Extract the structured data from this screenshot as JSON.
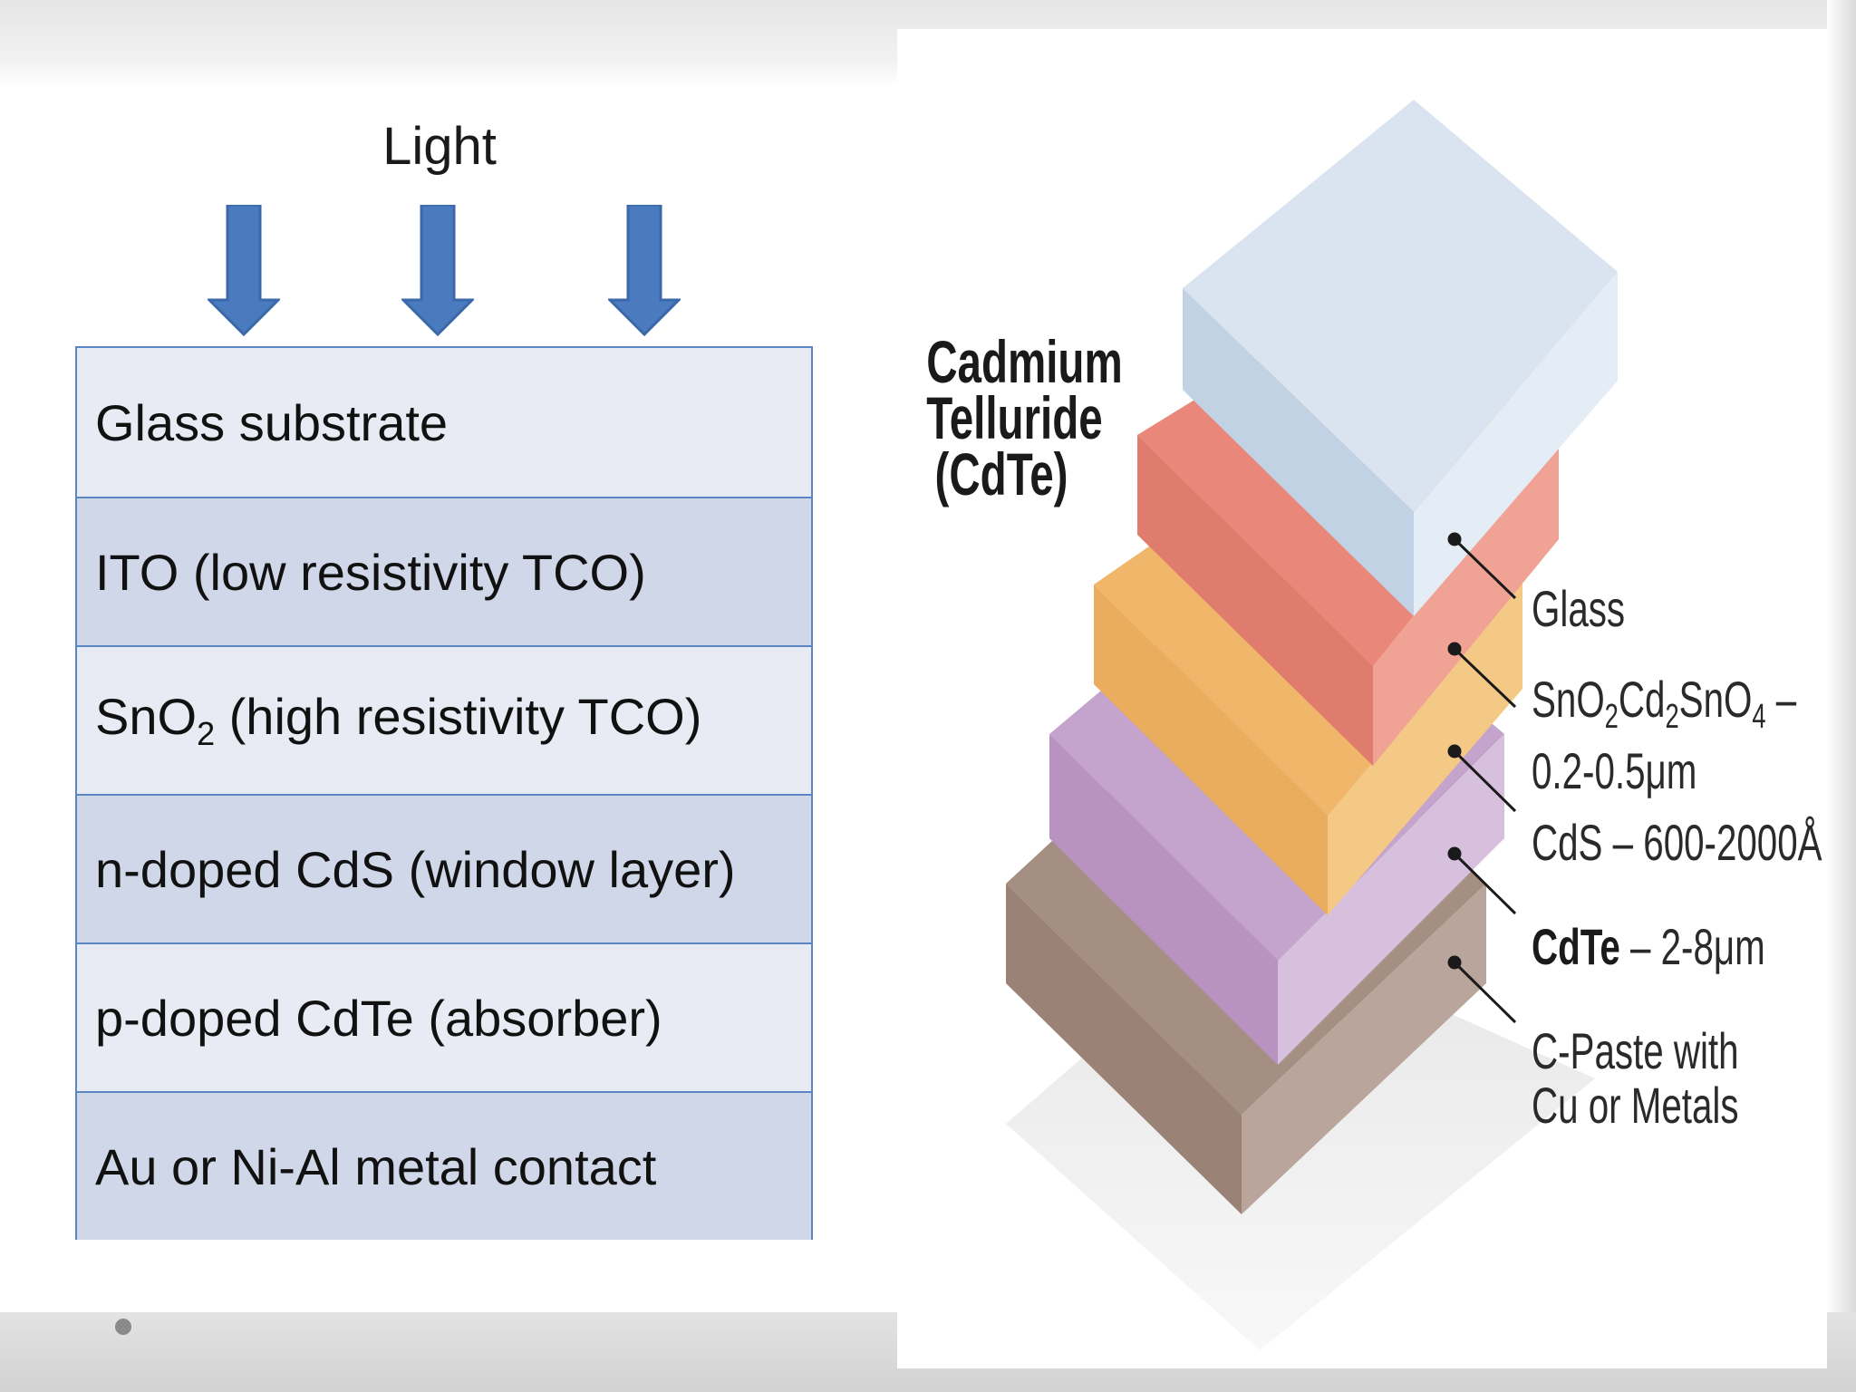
{
  "left_panel": {
    "light_label": "Light",
    "layers": [
      {
        "label": "Glass substrate"
      },
      {
        "label": "ITO (low resistivity TCO)"
      },
      {
        "label_pre": "SnO",
        "label_sub": "2",
        "label_post": " (high resistivity TCO)"
      },
      {
        "label": "n-doped CdS (window layer)"
      },
      {
        "label": "p-doped CdTe (absorber)"
      },
      {
        "label": "Au or Ni-Al metal contact"
      }
    ]
  },
  "right_panel": {
    "title_lines": [
      "Cadmium",
      "Telluride",
      "(CdTe)"
    ],
    "callouts": {
      "glass": "Glass",
      "tco_line1_pre": "SnO",
      "tco_line1_sub1": "2",
      "tco_line1_mid": "Cd",
      "tco_line1_sub2": "2",
      "tco_line1_mid2": "SnO",
      "tco_line1_sub3": "4",
      "tco_line1_post": " –",
      "tco_line2": "0.2-0.5μm",
      "cds": "CdS – 600-2000Å",
      "cdte_bold": "CdTe",
      "cdte_rest": " – 2-8μm",
      "paste_line1": "C-Paste with",
      "paste_line2": "Cu or Metals"
    },
    "layer_colors": {
      "glass": "#c9d8ea",
      "tco": "#e8877a",
      "cds": "#f0b76a",
      "cdte": "#c4a3cc",
      "contact": "#a58e82"
    }
  },
  "theme": {
    "row_light": "#e9ebf4",
    "row_dark": "#d0d7e8",
    "border": "#5b86c4",
    "arrow_fill": "#4a7bbf"
  }
}
